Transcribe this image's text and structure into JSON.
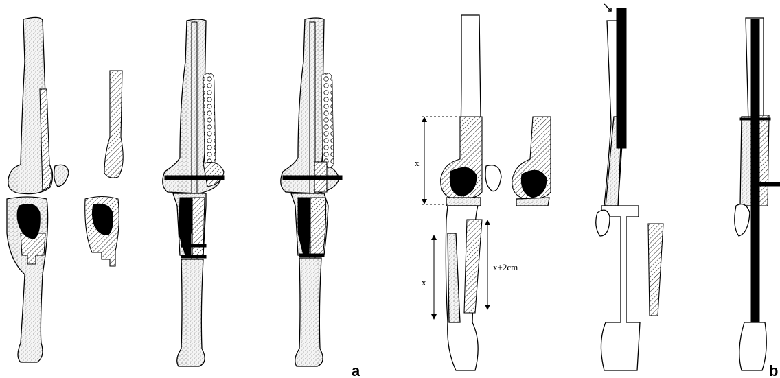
{
  "labels": {
    "panel_a": "a",
    "panel_b": "b",
    "dim_x_femur": "x",
    "dim_x_tibia": "x",
    "dim_x_plus": "x+2cm"
  },
  "colors": {
    "ink": "#000000",
    "paper": "#ffffff",
    "stipple": "#555555"
  }
}
